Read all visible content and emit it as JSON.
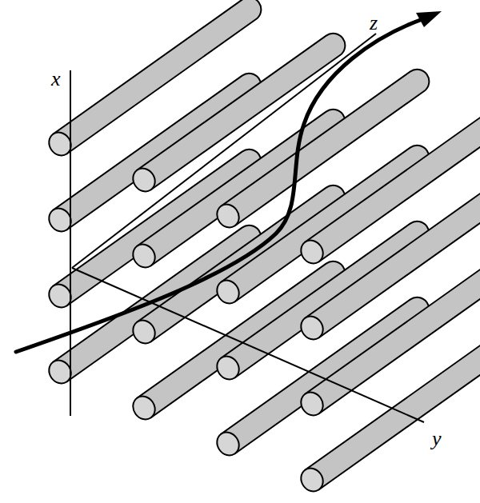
{
  "diagram": {
    "labels": [
      "x",
      "z",
      "y"
    ]
  }
}
